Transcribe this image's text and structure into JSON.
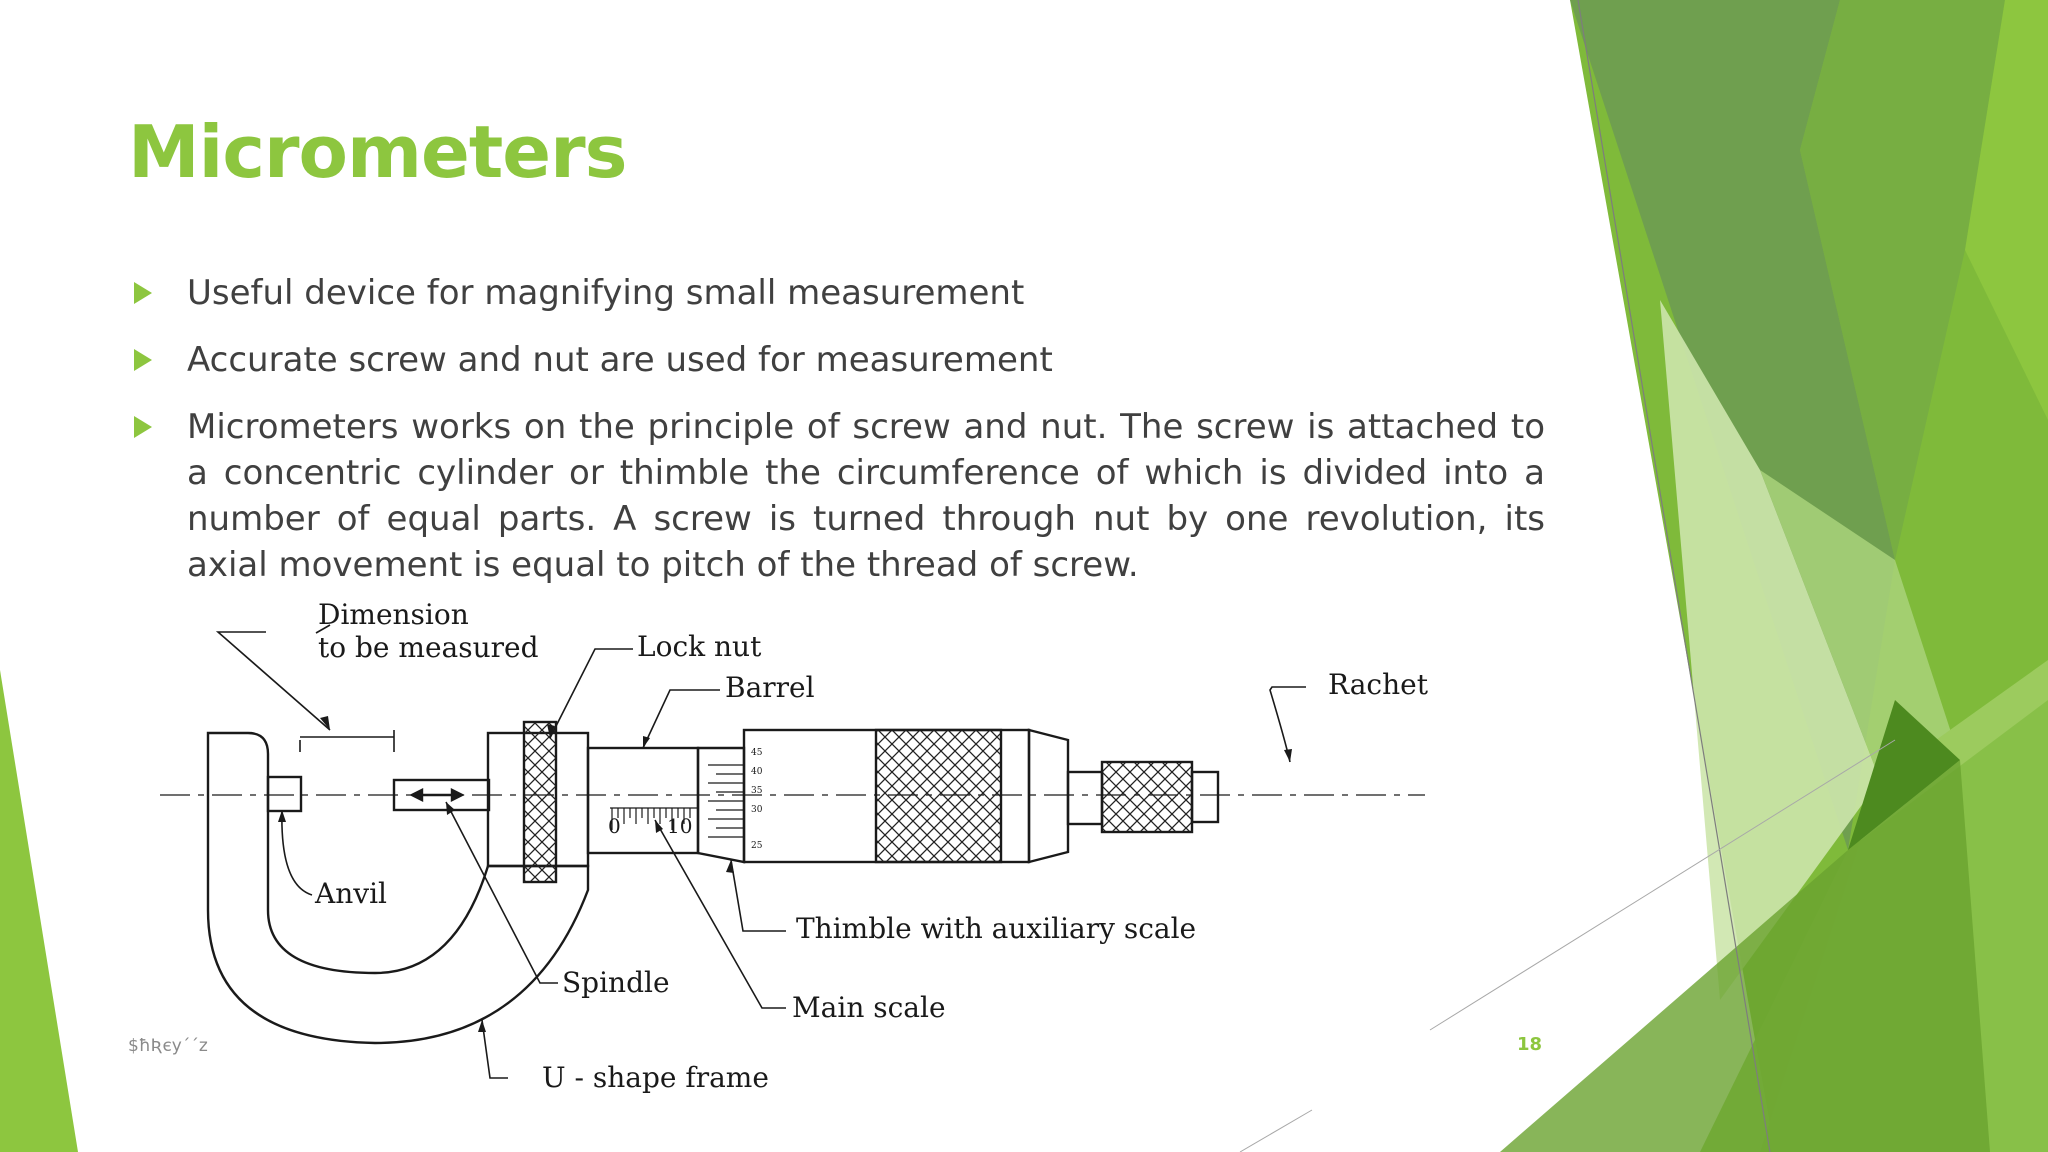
{
  "slide": {
    "title": "Micrometers",
    "bullets": [
      "Useful device for magnifying small measurement",
      "Accurate screw and nut are used for measurement",
      "Micrometers works on the principle of screw and nut. The screw is attached to a concentric cylinder or thimble the circumference of which is divided into a number of equal parts. A screw is turned through nut by one revolution, its axial movement is equal to pitch of the thread of screw."
    ],
    "footer_left": "$ħƦєу´´z",
    "page_number": "18"
  },
  "diagram": {
    "labels": {
      "dimension_line1": "Dimension",
      "dimension_line2": "to be measured",
      "lock_nut": "Lock nut",
      "barrel": "Barrel",
      "rachet": "Rachet",
      "anvil": "Anvil",
      "spindle": "Spindle",
      "thimble": "Thimble with auxiliary scale",
      "main_scale": "Main scale",
      "u_frame": "U - shape frame"
    },
    "main_scale_numbers": [
      "0",
      "10"
    ],
    "thimble_numbers": [
      "45",
      "40",
      "35",
      "30",
      "25"
    ]
  },
  "colors": {
    "accent": "#8dc63f",
    "text": "#404040",
    "green_dark": "#5a8f2b",
    "green_mid": "#7fba3a",
    "green_light": "#c9e4a6"
  }
}
